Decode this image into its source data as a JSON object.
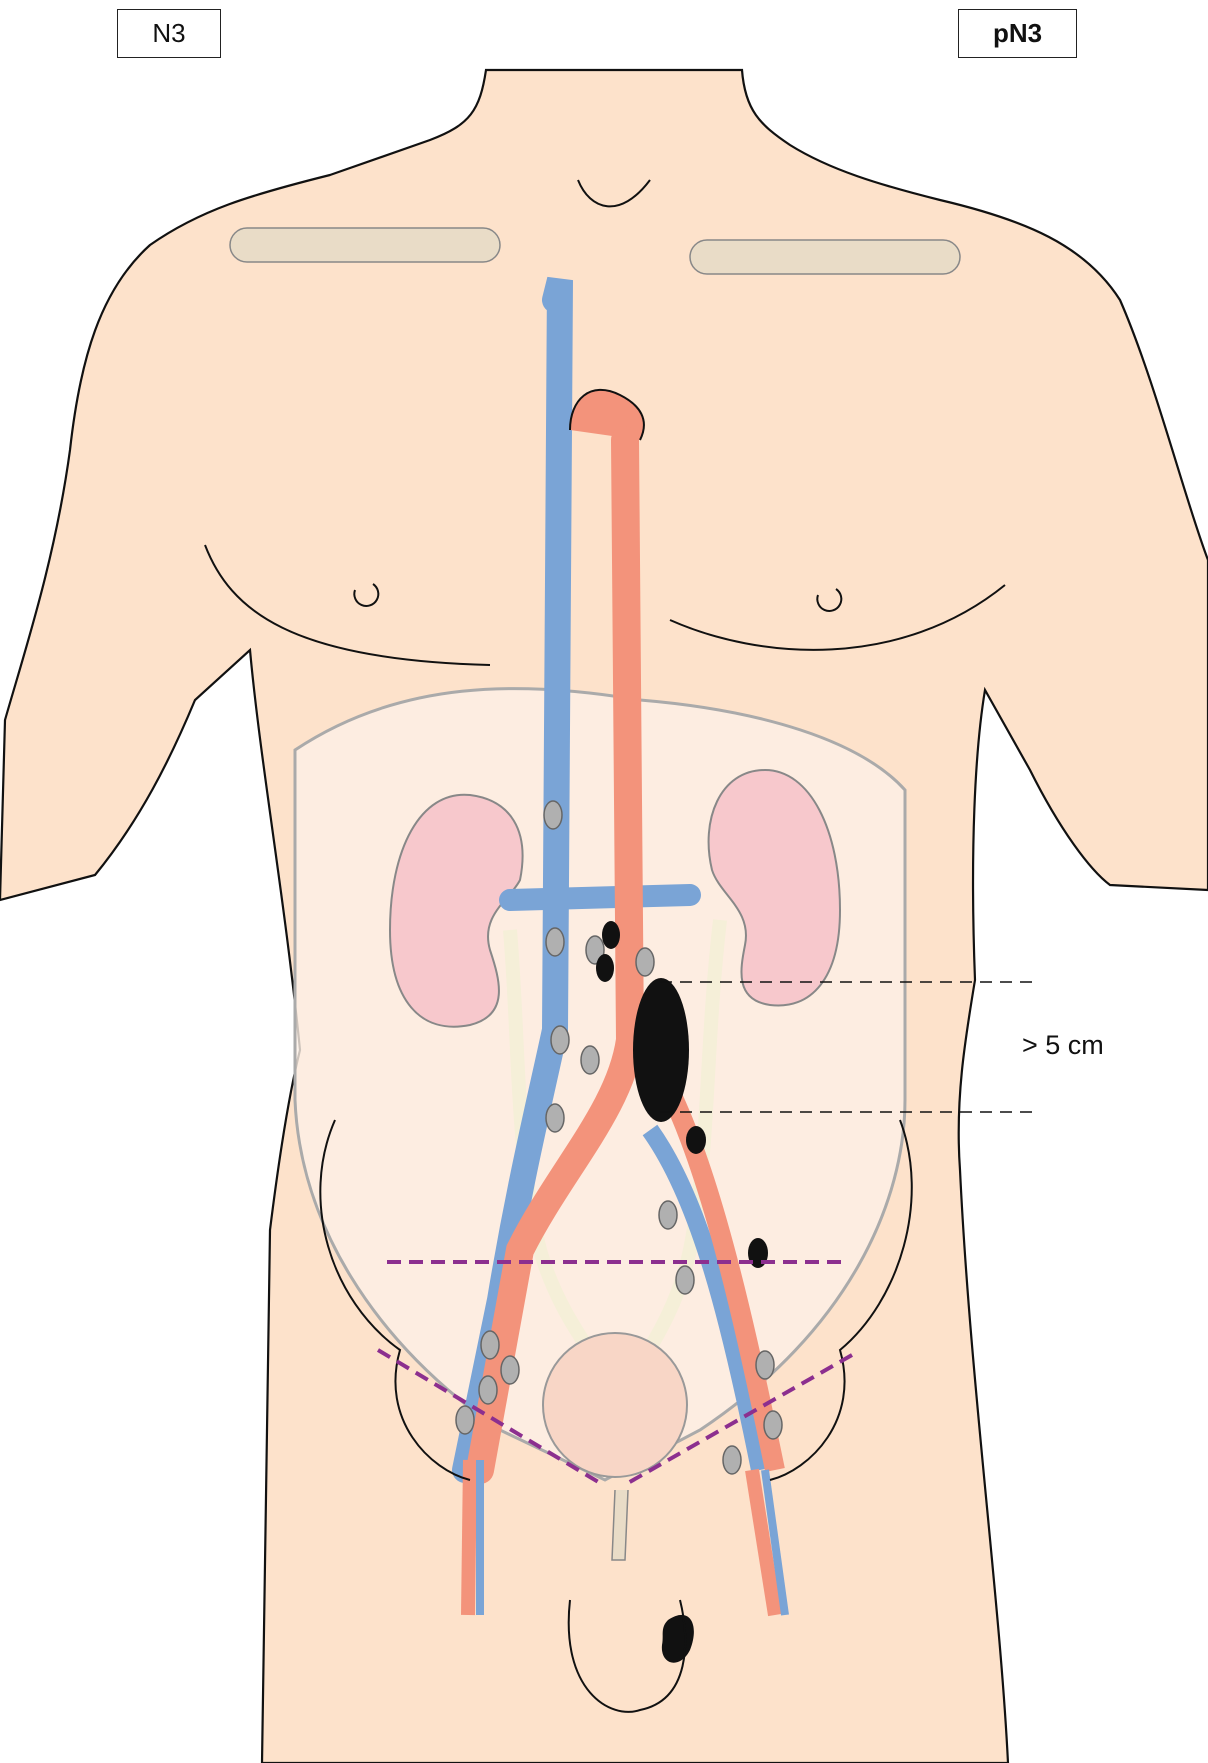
{
  "labels": {
    "clinical_stage": "N3",
    "pathologic_stage": "pN3",
    "size_annotation": "> 5 cm"
  },
  "colors": {
    "skin": "#fde2cb",
    "artery": "#f3937b",
    "vein": "#7aa4d6",
    "abdomen_overlay": "#fdf0e6",
    "kidney": "#f7c8cc",
    "lymph_node_normal": "#b0b0b0",
    "lymph_node_metastatic": "#111111",
    "pelvic_line": "#8c2f8f",
    "ureter": "#f5efd8"
  }
}
